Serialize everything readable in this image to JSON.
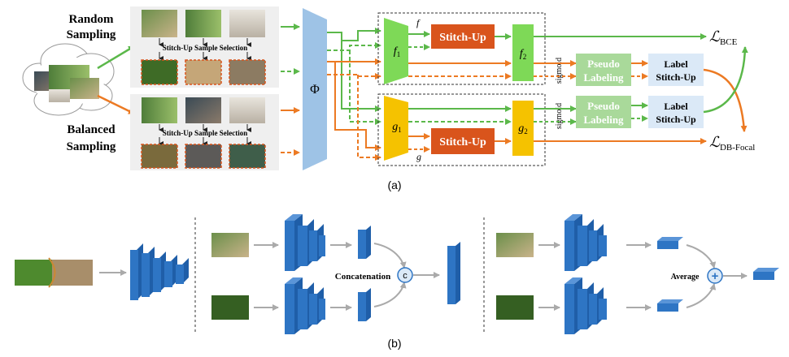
{
  "panel_a": {
    "caption": "(a)",
    "random_sampling": [
      "Random",
      "Sampling"
    ],
    "balanced_sampling": [
      "Balanced",
      "Sampling"
    ],
    "selection_label": "Stitch-Up Sample Selection",
    "phi": "Φ",
    "f_label": "f",
    "g_label": "g",
    "f1": {
      "base": "f",
      "sub": "1"
    },
    "f2": {
      "base": "f",
      "sub": "2"
    },
    "g1": {
      "base": "g",
      "sub": "1"
    },
    "g2": {
      "base": "g",
      "sub": "2"
    },
    "stitch_up": "Stitch-Up",
    "sigmoid": "sigmoid",
    "pseudo_labeling": [
      "Pseudo",
      "Labeling"
    ],
    "label_stitch_up": [
      "Label",
      "Stitch-Up"
    ],
    "loss_bce": {
      "sym": "ℒ",
      "sub": "BCE"
    },
    "loss_db": {
      "sym": "ℒ",
      "sub": "DB-Focal"
    }
  },
  "panel_b": {
    "caption": "(b)",
    "concatenation": "Concatenation",
    "concat_symbol": "c",
    "average": "Average",
    "average_symbol": "+"
  },
  "colors": {
    "green": "#5bb84a",
    "orange": "#ec7a23",
    "phi_blue": "#9ec3e6",
    "stitch": "#d9541c",
    "pseudo": "#a9d99a",
    "label_box": "#dbe9f7",
    "cube_blue": "#2e75c4",
    "g_yellow": "#f5c200"
  }
}
